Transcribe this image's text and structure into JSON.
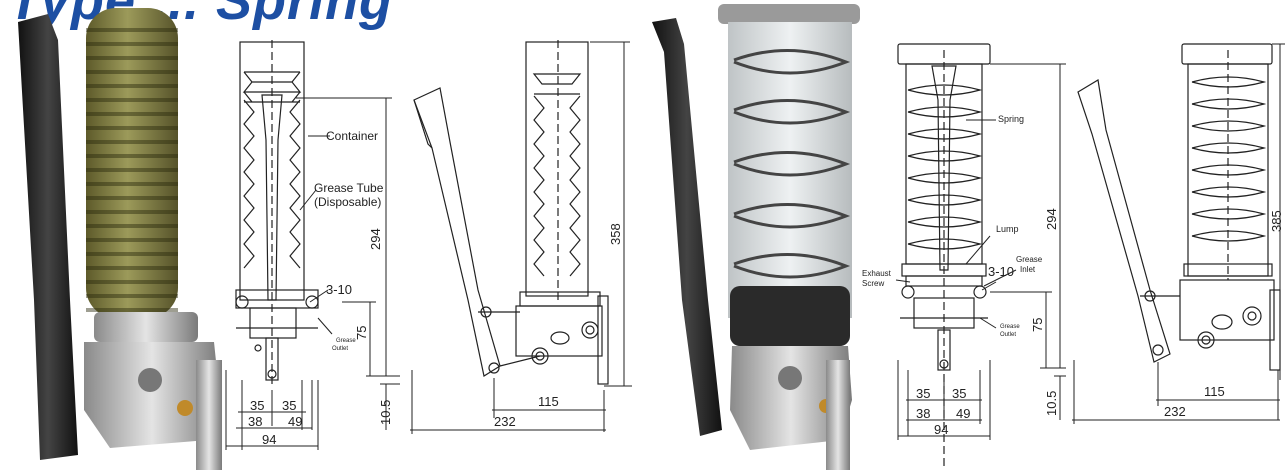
{
  "header": {
    "title": "Type ... Spring"
  },
  "diagram1": {
    "labels": {
      "container": "Container",
      "grease_tube_line1": "Grease Tube",
      "grease_tube_line2": "(Disposable)",
      "port": "3-10",
      "outlet_line1": "Grease",
      "outlet_line2": "Outlet"
    },
    "dims": {
      "height_body": "294",
      "height_total": "358",
      "height_outlet": "75",
      "base_offset": "10.5",
      "w_left": "35",
      "w_right": "35",
      "w_left2": "38",
      "w_right2": "49",
      "w_total": "94",
      "side_w": "115",
      "side_total": "232"
    }
  },
  "diagram2": {
    "labels": {
      "spring": "Spring",
      "lump": "Lump",
      "exhaust_line1": "Exhaust",
      "exhaust_line2": "Screw",
      "port": "3-10",
      "inlet_line1": "Grease",
      "inlet_line2": "Inlet",
      "outlet_line1": "Grease",
      "outlet_line2": "Outlet"
    },
    "dims": {
      "height_body": "294",
      "height_total": "385",
      "height_outlet": "75",
      "base_offset": "10.5",
      "w_left": "35",
      "w_right": "35",
      "w_left2": "38",
      "w_right2": "49",
      "w_total": "94",
      "side_w": "115",
      "side_total": "232"
    }
  }
}
